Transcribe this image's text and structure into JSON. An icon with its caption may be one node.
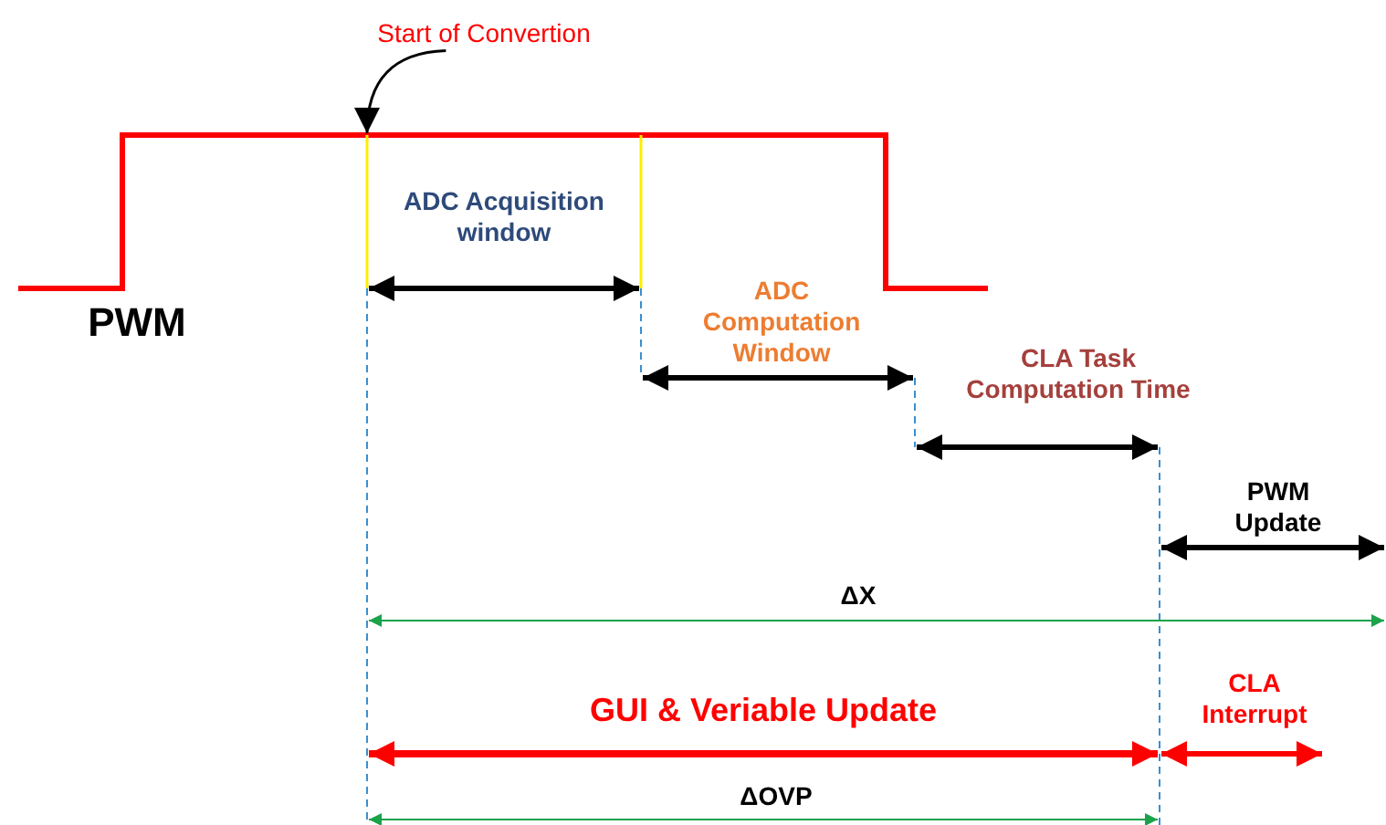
{
  "diagram": {
    "nodes": [
      {
        "text": [
          "Start of Convertion"
        ]
      },
      {
        "text": [],
        "shape": "line"
      }
    ],
    "edges": [
      {
        "from": 0,
        "to": 1,
        "arrow": "to"
      }
    ],
    "labels": [
      "PWM",
      "ADC Acquisition window",
      "ADC Computation Window",
      "CLA Task Computation Time",
      "PWM Update",
      "ΔX",
      "GUI & Veriable Update",
      "CLA Interrupt",
      "ΔOVP"
    ]
  }
}
